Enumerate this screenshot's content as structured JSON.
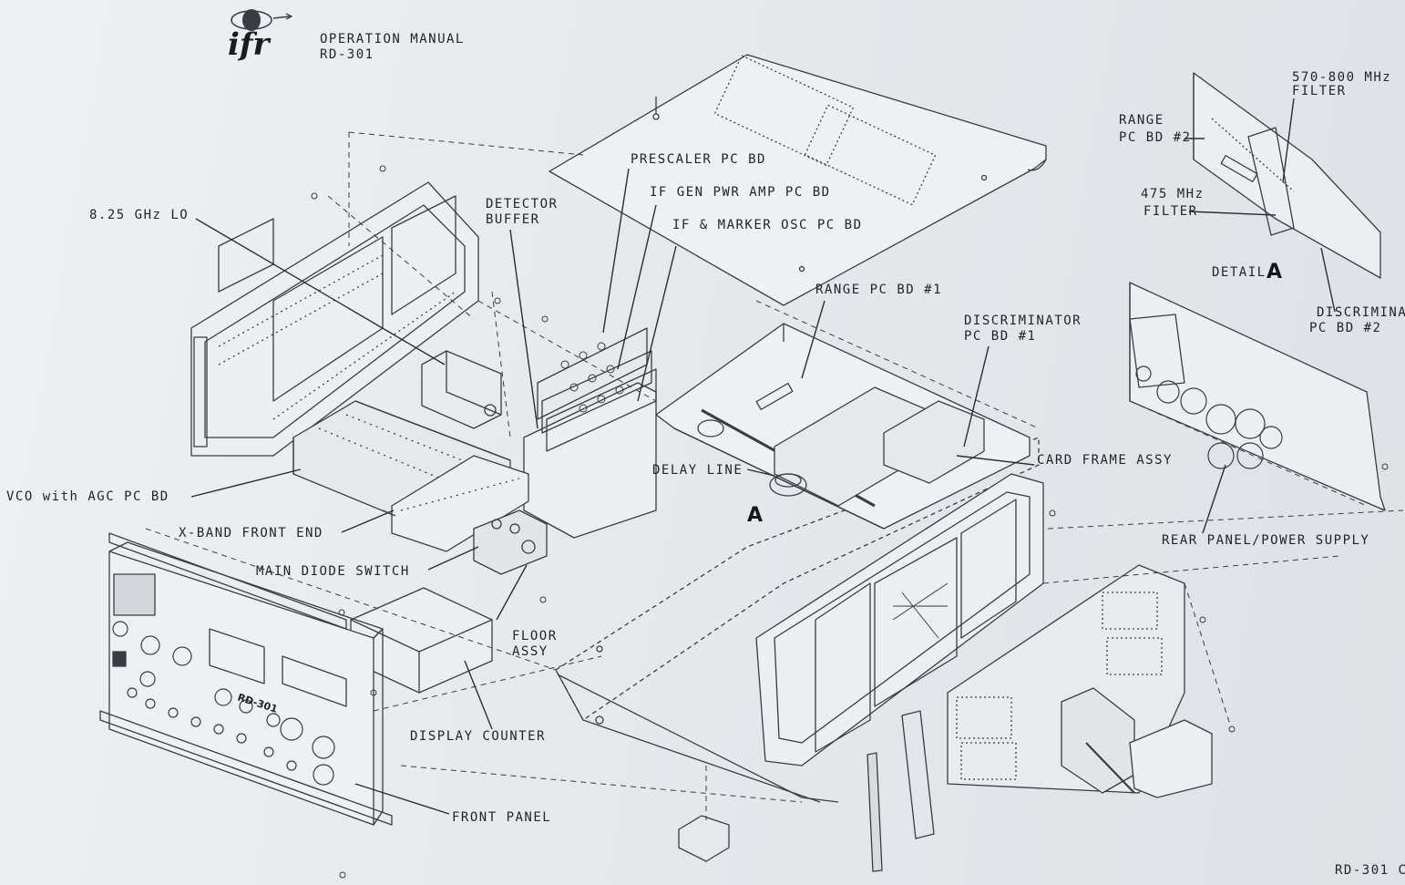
{
  "header": {
    "logo_text": "ifr",
    "manual_title": "OPERATION MANUAL",
    "model": "RD-301"
  },
  "labels": {
    "lo": "8.25 GHz LO",
    "detector_buffer_1": "DETECTOR",
    "detector_buffer_2": "BUFFER",
    "prescaler": "PRESCALER PC BD",
    "if_gen": "IF GEN PWR AMP PC BD",
    "if_marker": "IF & MARKER OSC PC BD",
    "range1": "RANGE PC BD #1",
    "discriminator1_1": "DISCRIMINATOR",
    "discriminator1_2": "PC BD #1",
    "card_frame": "CARD FRAME ASSY",
    "delay_line": "DELAY LINE",
    "vco": "VCO with AGC PC BD",
    "xband": "X-BAND FRONT END",
    "main_diode": "MAIN DIODE SWITCH",
    "floor_1": "FLOOR",
    "floor_2": "ASSY",
    "display_counter": "DISPLAY COUNTER",
    "front_panel": "FRONT PANEL",
    "rear_panel": "REAR PANEL/POWER SUPPLY",
    "detail_a_marker": "A",
    "footer_partial": "RD-301 C"
  },
  "detail": {
    "title": "DETAIL",
    "letter": "A",
    "filter_570_1": "570-800 MHz",
    "filter_570_2": "FILTER",
    "range2_1": "RANGE",
    "range2_2": "PC BD #2",
    "filter_475_1": "475 MHz",
    "filter_475_2": "FILTER",
    "discriminator2_1": "DISCRIMINATOR",
    "discriminator2_2": "PC BD #2"
  },
  "panel_text": {
    "front_model": "RD-301"
  }
}
